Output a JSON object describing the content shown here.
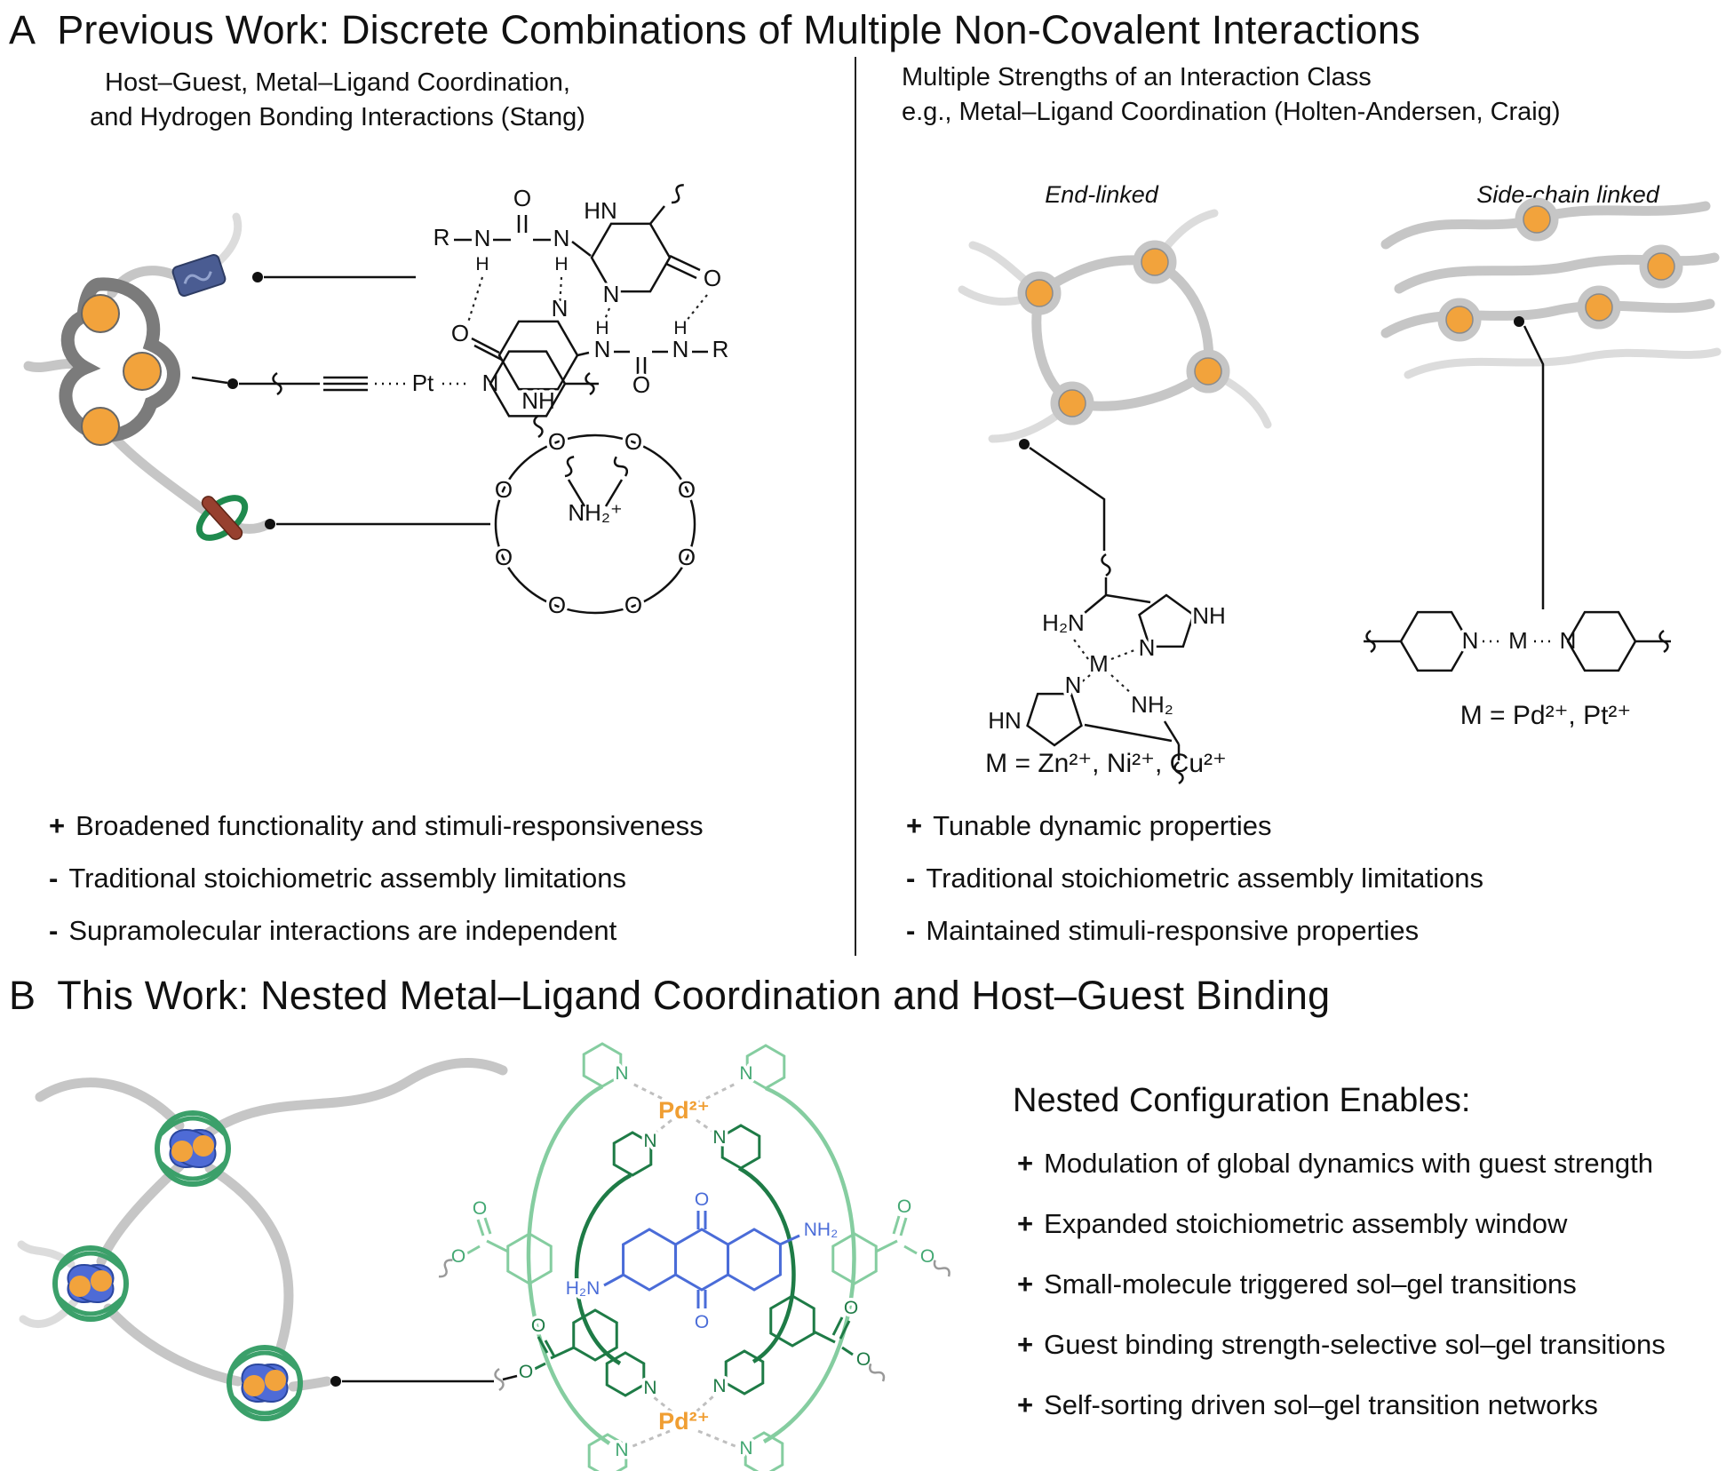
{
  "atoms": {
    "R": "R",
    "N": "N",
    "H": "H",
    "O": "O",
    "HN": "HN",
    "NH": "NH",
    "NH2": "NH₂",
    "H2N": "H₂N",
    "NH2plus": "NH₂⁺",
    "Pt": "Pt",
    "M": "M",
    "Pd2": "Pd²⁺"
  },
  "panelA": {
    "label": "A",
    "title": "Previous Work: Discrete Combinations of Multiple Non-Covalent Interactions",
    "left": {
      "subtitle1": "Host–Guest, Metal–Ligand Coordination,",
      "subtitle2": "and Hydrogen Bonding Interactions (Stang)",
      "bullets": [
        {
          "sign": "+",
          "text": "Broadened functionality and stimuli-responsiveness"
        },
        {
          "sign": "-",
          "text": "Traditional stoichiometric assembly limitations"
        },
        {
          "sign": "-",
          "text": "Supramolecular interactions are independent"
        }
      ]
    },
    "right": {
      "subtitle1": "Multiple Strengths of an Interaction Class",
      "subtitle2": "e.g., Metal–Ligand Coordination (Holten-Andersen, Craig)",
      "endLinkedLabel": "End-linked",
      "sideChainLabel": "Side-chain linked",
      "metalsCaption1": "M = Zn²⁺, Ni²⁺, Cu²⁺",
      "metalsCaption2": "M = Pd²⁺, Pt²⁺",
      "bullets": [
        {
          "sign": "+",
          "text": "Tunable dynamic properties"
        },
        {
          "sign": "-",
          "text": "Traditional stoichiometric assembly limitations"
        },
        {
          "sign": "-",
          "text": "Maintained stimuli-responsive properties"
        }
      ]
    }
  },
  "panelB": {
    "label": "B",
    "title": "This Work: Nested Metal–Ligand Coordination and Host–Guest Binding",
    "right": {
      "heading": "Nested Configuration Enables:",
      "bullets": [
        {
          "sign": "+",
          "text": "Modulation of global dynamics with guest strength"
        },
        {
          "sign": "+",
          "text": "Expanded stoichiometric assembly window"
        },
        {
          "sign": "+",
          "text": "Small-molecule triggered sol–gel transitions"
        },
        {
          "sign": "+",
          "text": "Guest binding strength-selective sol–gel transitions"
        },
        {
          "sign": "+",
          "text": "Self-sorting driven sol–gel transition networks"
        }
      ]
    }
  },
  "colors": {
    "orange": "#F2A33C",
    "darkGreen": "#1E7B46",
    "lightGreen": "#85CDA0",
    "guestBlue": "#4A6CD8",
    "puzzleBlue": "#4A5C92",
    "rotaxaneRed": "#97402F",
    "strandGray": "#C6C6C6",
    "pdOrange": "#F09E32"
  }
}
